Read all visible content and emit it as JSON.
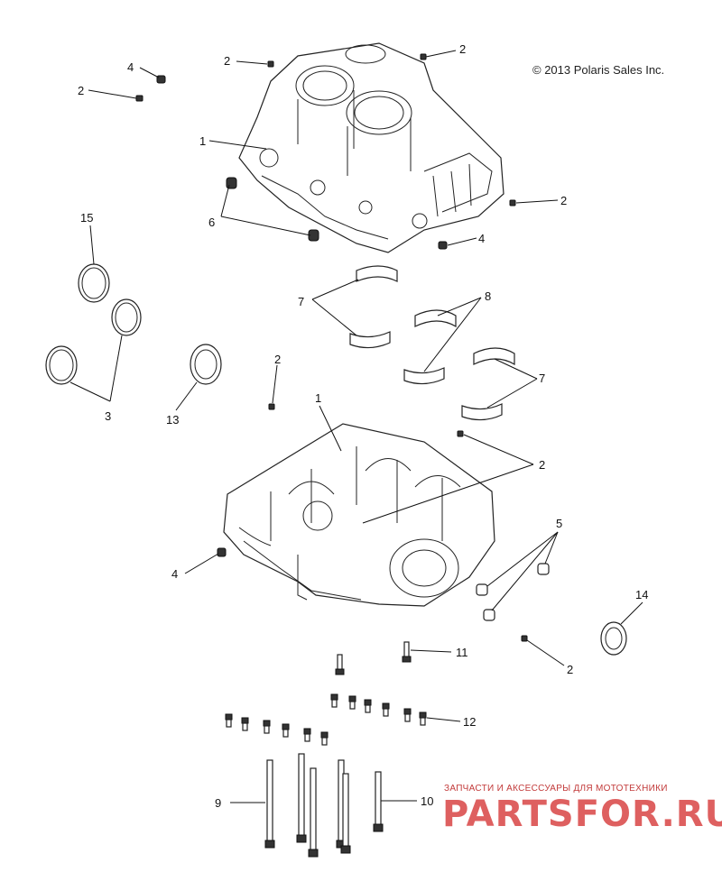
{
  "copyright": "© 2013 Polaris Sales Inc.",
  "callouts": {
    "c1_top": "1",
    "c1_bottom": "1",
    "c2_a": "2",
    "c2_b": "2",
    "c2_c": "2",
    "c2_d": "2",
    "c2_e": "2",
    "c2_f": "2",
    "c2_g": "2",
    "c3": "3",
    "c4_a": "4",
    "c4_b": "4",
    "c4_c": "4",
    "c5": "5",
    "c6": "6",
    "c7_a": "7",
    "c7_b": "7",
    "c8": "8",
    "c9": "9",
    "c10": "10",
    "c11": "11",
    "c12": "12",
    "c13": "13",
    "c14": "14",
    "c15": "15"
  },
  "watermark": {
    "tagline": "ЗАПЧАСТИ И АКСЕССУАРЫ ДЛЯ МОТОТЕХНИКИ",
    "brand": "PARTSFOR.RU"
  }
}
